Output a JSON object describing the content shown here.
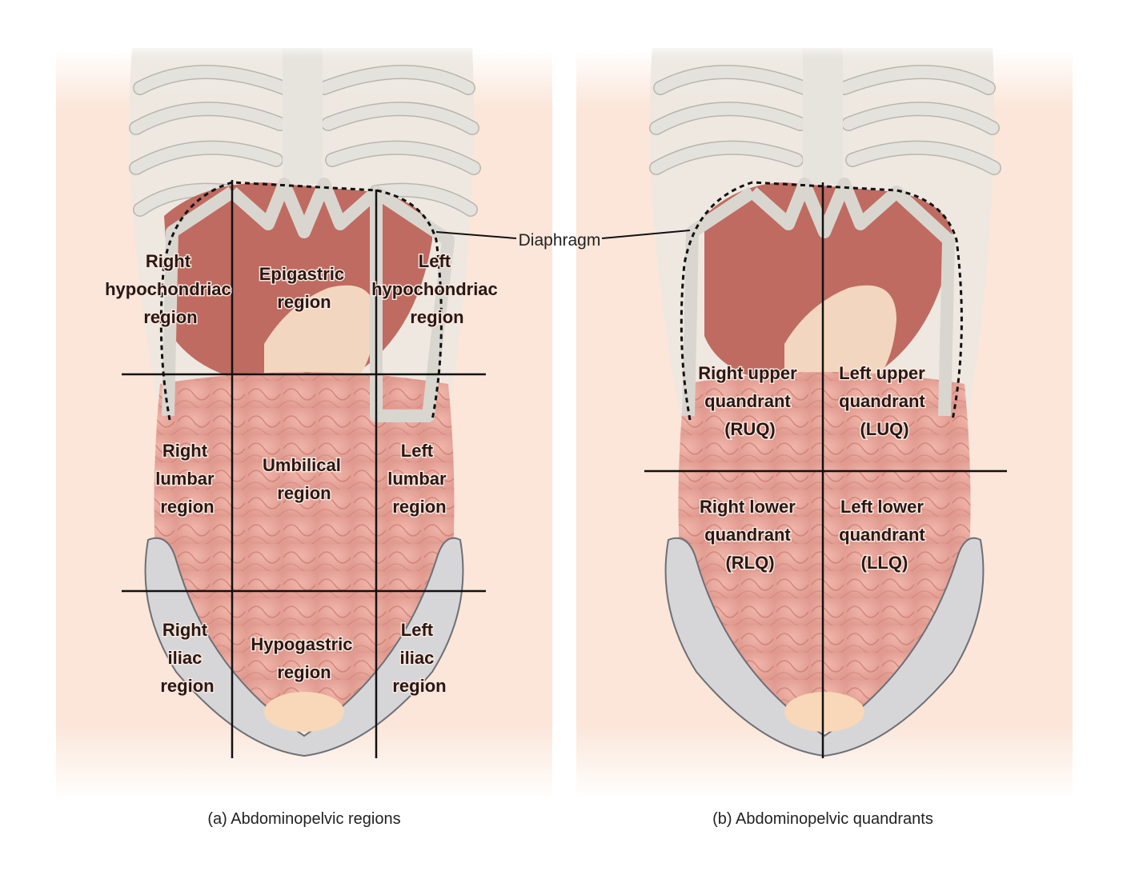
{
  "diagram": {
    "callout_label": "Diaphragm",
    "panel_a": {
      "caption": "(a) Abdominopelvic regions",
      "regions": [
        {
          "id": "right-hypochondriac",
          "lines": [
            "Right",
            "hypochondriac",
            "region"
          ]
        },
        {
          "id": "epigastric",
          "lines": [
            "Epigastric",
            "region"
          ]
        },
        {
          "id": "left-hypochondriac",
          "lines": [
            "Left",
            "hypochondriac",
            "region"
          ]
        },
        {
          "id": "right-lumbar",
          "lines": [
            "Right",
            "lumbar",
            "region"
          ]
        },
        {
          "id": "umbilical",
          "lines": [
            "Umbilical",
            "region"
          ]
        },
        {
          "id": "left-lumbar",
          "lines": [
            "Left",
            "lumbar",
            "region"
          ]
        },
        {
          "id": "right-iliac",
          "lines": [
            "Right",
            "iliac",
            "region"
          ]
        },
        {
          "id": "hypogastric",
          "lines": [
            "Hypogastric",
            "region"
          ]
        },
        {
          "id": "left-iliac",
          "lines": [
            "Left",
            "iliac",
            "region"
          ]
        }
      ]
    },
    "panel_b": {
      "caption": "(b) Abdominopelvic quandrants",
      "quadrants": [
        {
          "id": "ruq",
          "lines": [
            "Right upper",
            "quandrant",
            "(RUQ)"
          ]
        },
        {
          "id": "luq",
          "lines": [
            "Left upper",
            "quandrant",
            "(LUQ)"
          ]
        },
        {
          "id": "rlq",
          "lines": [
            "Right lower",
            "quandrant",
            "(RLQ)"
          ]
        },
        {
          "id": "llq",
          "lines": [
            "Left lower",
            "quandrant",
            "(LLQ)"
          ]
        }
      ]
    }
  }
}
